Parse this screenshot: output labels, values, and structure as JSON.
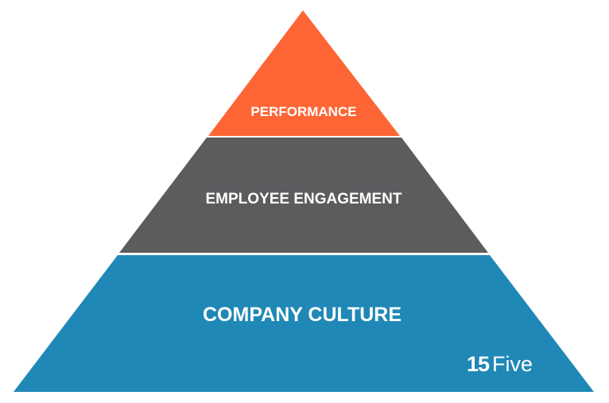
{
  "pyramid": {
    "levels": [
      {
        "label": "PERFORMANCE",
        "color": "#fd6535"
      },
      {
        "label": "EMPLOYEE ENGAGEMENT",
        "color": "#5b5c5e"
      },
      {
        "label": "COMPANY CULTURE",
        "color": "#1f88b7"
      }
    ]
  },
  "logo": {
    "number": "15",
    "word": "Five"
  }
}
